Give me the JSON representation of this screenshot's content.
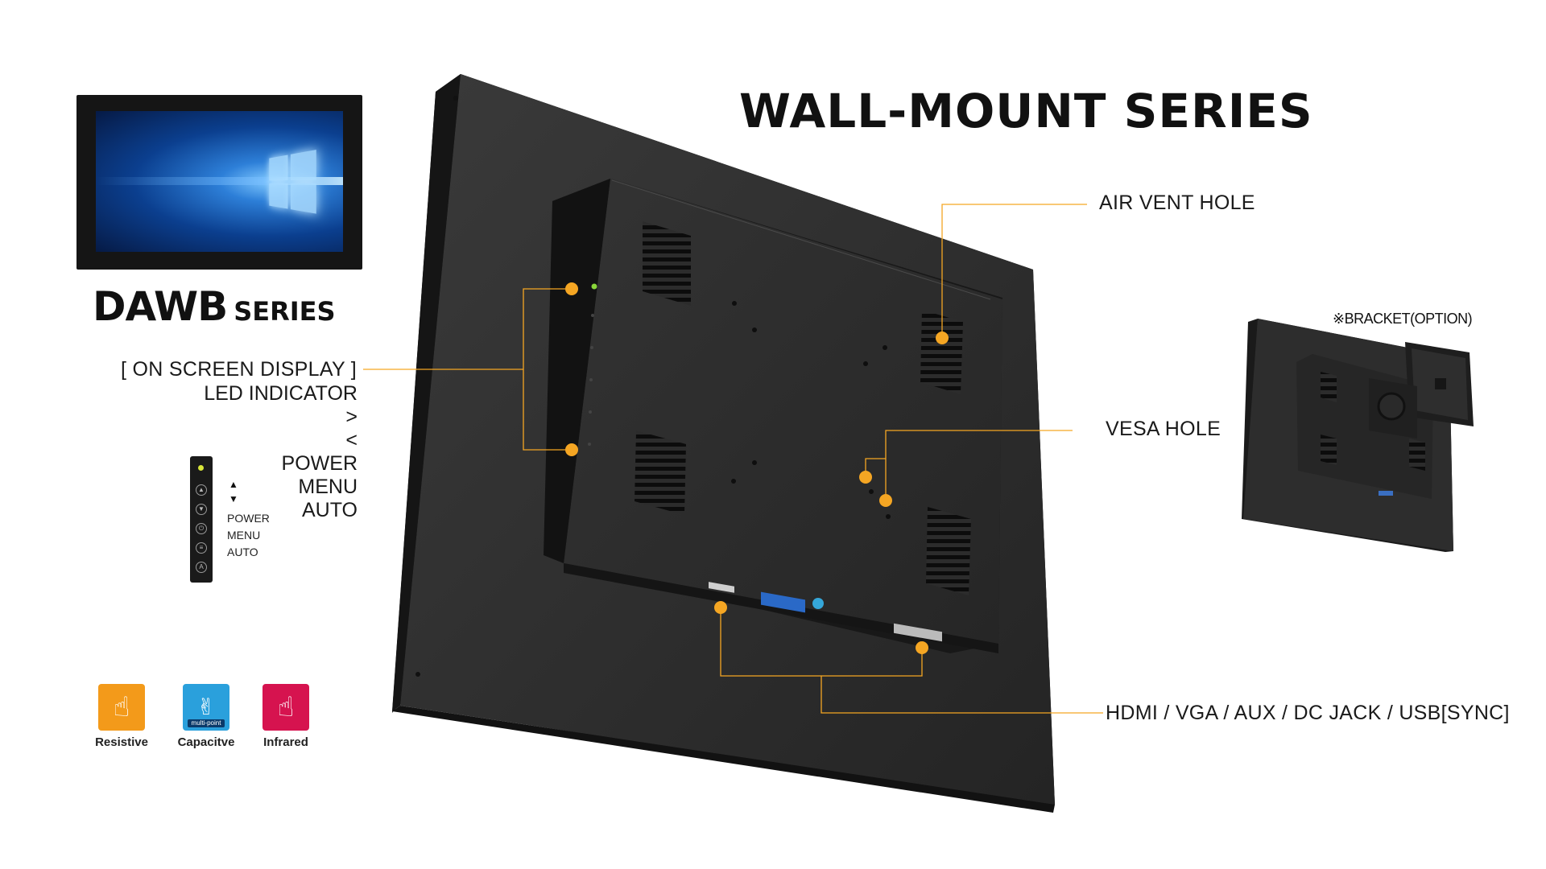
{
  "main_title": "WALL-MOUNT SERIES",
  "series": {
    "name": "DAWB",
    "suffix": "SERIES"
  },
  "callouts": {
    "air_vent": "AIR VENT HOLE",
    "vesa": "VESA HOLE",
    "ports": "HDMI / VGA / AUX / DC JACK / USB[SYNC]",
    "osd_title": "[ ON SCREEN DISPLAY ]"
  },
  "osd_items": [
    "LED INDICATOR",
    ">",
    "<",
    "POWER",
    "MENU",
    "AUTO"
  ],
  "keypad": {
    "arrows": [
      "▲",
      "▼"
    ],
    "legend": [
      "POWER",
      "MENU",
      "AUTO"
    ]
  },
  "bracket_note": "※BRACKET(OPTION)",
  "touch_types": [
    {
      "label": "Resistive",
      "color": "#f39a1a",
      "icon": "finger-tap-icon"
    },
    {
      "label": "Capacitve",
      "color": "#2aa0dc",
      "icon": "multi-finger-icon",
      "tag": "multi-point"
    },
    {
      "label": "Infrared",
      "color": "#d6134f",
      "icon": "finger-arrows-icon"
    }
  ],
  "colors": {
    "callout_line": "#f5a623",
    "callout_dot": "#f5a623",
    "device_body": "#2b2b2b"
  }
}
